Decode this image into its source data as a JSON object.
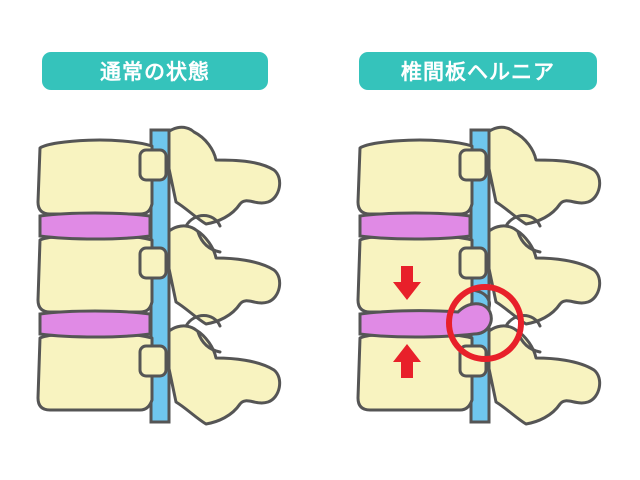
{
  "panels": [
    {
      "title": "通常の状態"
    },
    {
      "title": "椎間板ヘルニア"
    }
  ],
  "colors": {
    "label_bg": "#35c3bb",
    "bone": "#f8f3c0",
    "outline": "#555555",
    "disc": "#e08ae5",
    "spinal_cord": "#6fc6ee",
    "arrow": "#e8202a",
    "highlight_circle": "#e8202a"
  },
  "icons": [
    "compression-arrow-down",
    "compression-arrow-up",
    "hernia-highlight-circle"
  ]
}
